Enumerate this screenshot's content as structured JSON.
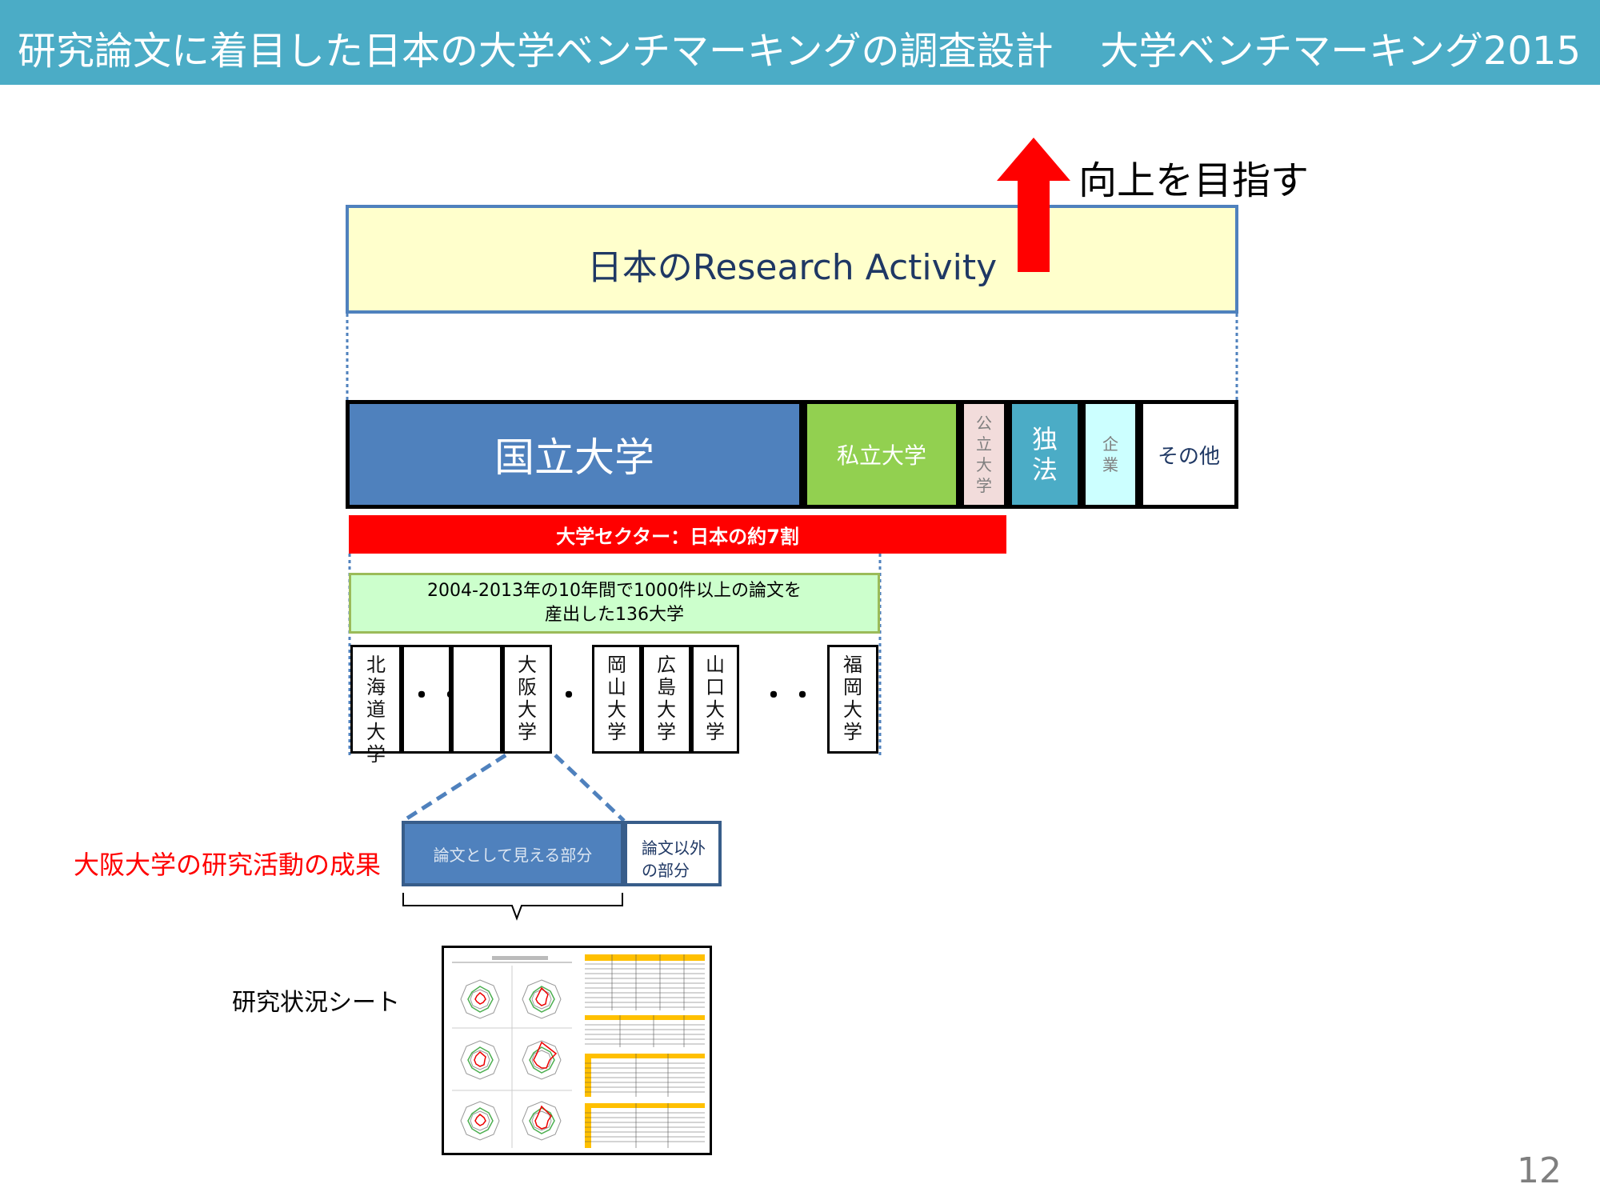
{
  "header": {
    "title": "研究論文に着目した日本の大学ベンチマーキングの調査設計",
    "series": "大学ベンチマーキング2015",
    "background_color": "#4bacc6"
  },
  "research_activity": {
    "label": "日本のResearch Activity",
    "goal": "向上を目指す",
    "arrow_color": "#ff0000"
  },
  "sectors": {
    "national": "国立大学",
    "private": "私立大学",
    "public": [
      "公",
      "立",
      "大",
      "学"
    ],
    "iai": [
      "独",
      "法"
    ],
    "corporate": [
      "企",
      "業"
    ],
    "other": "その他"
  },
  "university_sector": "大学セクター：日本の約7割",
  "universities_136": {
    "line1": "2004-2013年の10年間で1000件以上の論文を",
    "line2": "産出した136大学"
  },
  "universities": {
    "hokkaido": [
      "北",
      "海",
      "道",
      "大",
      "学"
    ],
    "osaka": [
      "大",
      "阪",
      "大",
      "学"
    ],
    "okayama": [
      "岡",
      "山",
      "大",
      "学"
    ],
    "hiroshima": [
      "広",
      "島",
      "大",
      "学"
    ],
    "yamaguchi": [
      "山",
      "口",
      "大",
      "学"
    ],
    "fukuoka": [
      "福",
      "岡",
      "大",
      "学"
    ]
  },
  "ellipsis": "・・・",
  "outcome": {
    "label": "大阪大学の研究活動の成果",
    "paper_part": "論文として見える部分",
    "non_paper_line1": "論文以外",
    "non_paper_line2": "の部分"
  },
  "sheet": {
    "label": "研究状況シート"
  },
  "page_number": "12"
}
